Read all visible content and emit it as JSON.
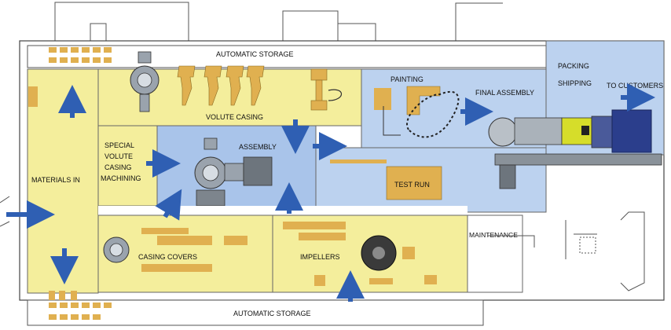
{
  "labels": {
    "automatic_storage_top": "AUTOMATIC STORAGE",
    "automatic_storage_bottom": "AUTOMATIC STORAGE",
    "packing": "PACKING",
    "shipping": "SHIPPING",
    "to_customers": "TO CUSTOMERS",
    "painting": "PAINTING",
    "final_assembly": "FINAL ASSEMBLY",
    "volute_casing": "VOLUTE CASING",
    "special_line1": "SPECIAL",
    "special_line2": "VOLUTE",
    "special_line3": "CASING",
    "special_line4": "MACHINING",
    "assembly": "ASSEMBLY",
    "materials_in": "MATERIALS IN",
    "test_run": "TEST RUN",
    "maintenance": "MAINTENANCE",
    "casing_covers": "CASING COVERS",
    "impellers": "IMPELLERS"
  },
  "colors": {
    "yellow_zone": "#f4ee9c",
    "blue_zone": "#bcd2ef",
    "blue_zone_dark": "#a9c4ea",
    "arrow_blue": "#2f5fb3",
    "part_orange": "#e0b050",
    "outline": "#3a3a3a"
  }
}
